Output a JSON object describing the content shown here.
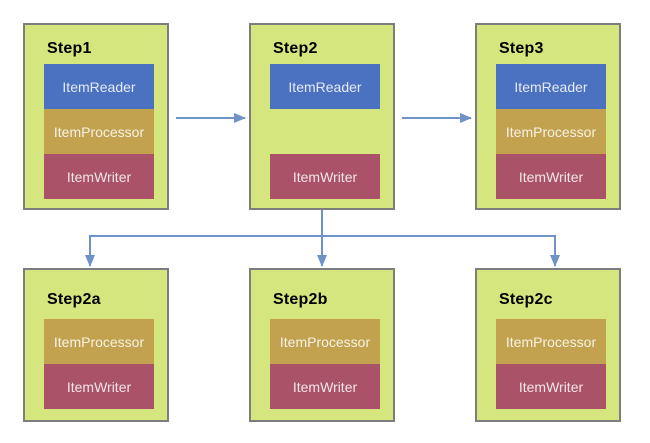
{
  "diagram": {
    "colors": {
      "step_fill": "#d6e67e",
      "step_border": "#7d7d7d",
      "reader_fill": "#4b72c1",
      "processor_fill": "#c2a24f",
      "writer_fill": "#aa5368",
      "arrow": "#6f93c6",
      "title_text": "#000000",
      "component_text": "rgba(255,255,255,0.85)"
    },
    "steps": [
      {
        "title": "Step1",
        "col": 0,
        "row": 0,
        "components": [
          {
            "label": "ItemReader",
            "type": "reader",
            "slot": 0
          },
          {
            "label": "ItemProcessor",
            "type": "processor",
            "slot": 1
          },
          {
            "label": "ItemWriter",
            "type": "writer",
            "slot": 2
          }
        ]
      },
      {
        "title": "Step2",
        "col": 1,
        "row": 0,
        "components": [
          {
            "label": "ItemReader",
            "type": "reader",
            "slot": 0
          },
          {
            "label": "ItemWriter",
            "type": "writer",
            "slot": 2
          }
        ]
      },
      {
        "title": "Step3",
        "col": 2,
        "row": 0,
        "components": [
          {
            "label": "ItemReader",
            "type": "reader",
            "slot": 0
          },
          {
            "label": "ItemProcessor",
            "type": "processor",
            "slot": 1
          },
          {
            "label": "ItemWriter",
            "type": "writer",
            "slot": 2
          }
        ]
      },
      {
        "title": "Step2a",
        "col": 0,
        "row": 1,
        "components": [
          {
            "label": "ItemProcessor",
            "type": "processor",
            "slot": 0
          },
          {
            "label": "ItemWriter",
            "type": "writer",
            "slot": 1
          }
        ]
      },
      {
        "title": "Step2b",
        "col": 1,
        "row": 1,
        "components": [
          {
            "label": "ItemProcessor",
            "type": "processor",
            "slot": 0
          },
          {
            "label": "ItemWriter",
            "type": "writer",
            "slot": 1
          }
        ]
      },
      {
        "title": "Step2c",
        "col": 2,
        "row": 1,
        "components": [
          {
            "label": "ItemProcessor",
            "type": "processor",
            "slot": 0
          },
          {
            "label": "ItemWriter",
            "type": "writer",
            "slot": 1
          }
        ]
      }
    ],
    "edges": [
      {
        "from": "Step1",
        "to": "Step2"
      },
      {
        "from": "Step2",
        "to": "Step3"
      },
      {
        "from": "Step2",
        "to": "Step2a"
      },
      {
        "from": "Step2",
        "to": "Step2b"
      },
      {
        "from": "Step2",
        "to": "Step2c"
      }
    ]
  }
}
